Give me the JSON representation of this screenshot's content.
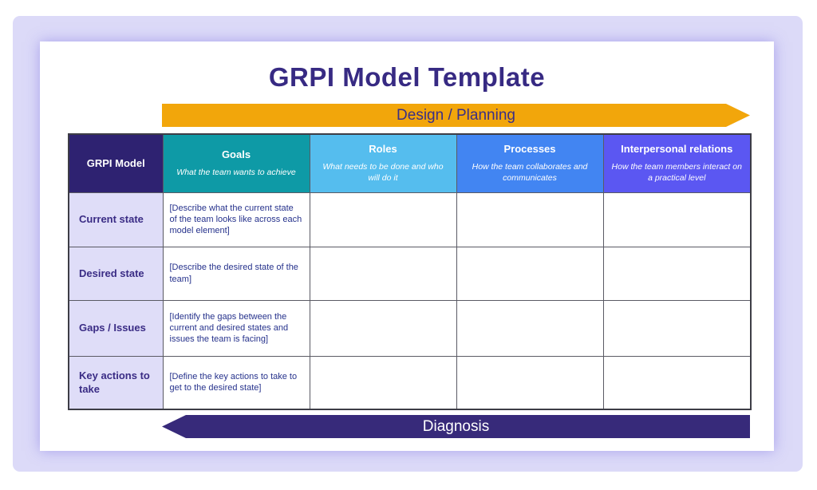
{
  "title": "GRPI Model Template",
  "colors": {
    "page_background": "#ffffff",
    "panel_background": "#dcdaf8",
    "card_background": "#ffffff",
    "title_text": "#372a83",
    "table_border": "#3d3d46"
  },
  "banners": {
    "top": {
      "label": "Design / Planning",
      "bg": "#f2a60b",
      "text_color": "#3b2f86",
      "direction": "right"
    },
    "bottom": {
      "label": "Diagnosis",
      "bg": "#372a7a",
      "text_color": "#ffffff",
      "direction": "left"
    }
  },
  "table": {
    "corner": {
      "label": "GRPI Model",
      "bg": "#2e2271"
    },
    "row_label_bg": "#dfddf8",
    "columns": [
      {
        "label": "Goals",
        "subtitle": "What the team wants to achieve",
        "bg": "#0e9aa6"
      },
      {
        "label": "Roles",
        "subtitle": "What needs to be done and who will do it",
        "bg": "#55bdee"
      },
      {
        "label": "Processes",
        "subtitle": "How the team collaborates and communicates",
        "bg": "#4285f2"
      },
      {
        "label": "Interpersonal relations",
        "subtitle": "How the team members interact on a practical level",
        "bg": "#5b57f2"
      }
    ],
    "rows": [
      {
        "label": "Current state",
        "goals": "[Describe what the current state of the team looks like across each model element]",
        "roles": "",
        "processes": "",
        "interpersonal": ""
      },
      {
        "label": "Desired state",
        "goals": "[Describe the desired state of the team]",
        "roles": "",
        "processes": "",
        "interpersonal": ""
      },
      {
        "label": "Gaps / Issues",
        "goals": "[Identify the gaps between the current and desired states and issues the team is facing]",
        "roles": "",
        "processes": "",
        "interpersonal": ""
      },
      {
        "label": "Key actions to take",
        "goals": "[Define the key actions to take to get to the desired state]",
        "roles": "",
        "processes": "",
        "interpersonal": ""
      }
    ]
  }
}
